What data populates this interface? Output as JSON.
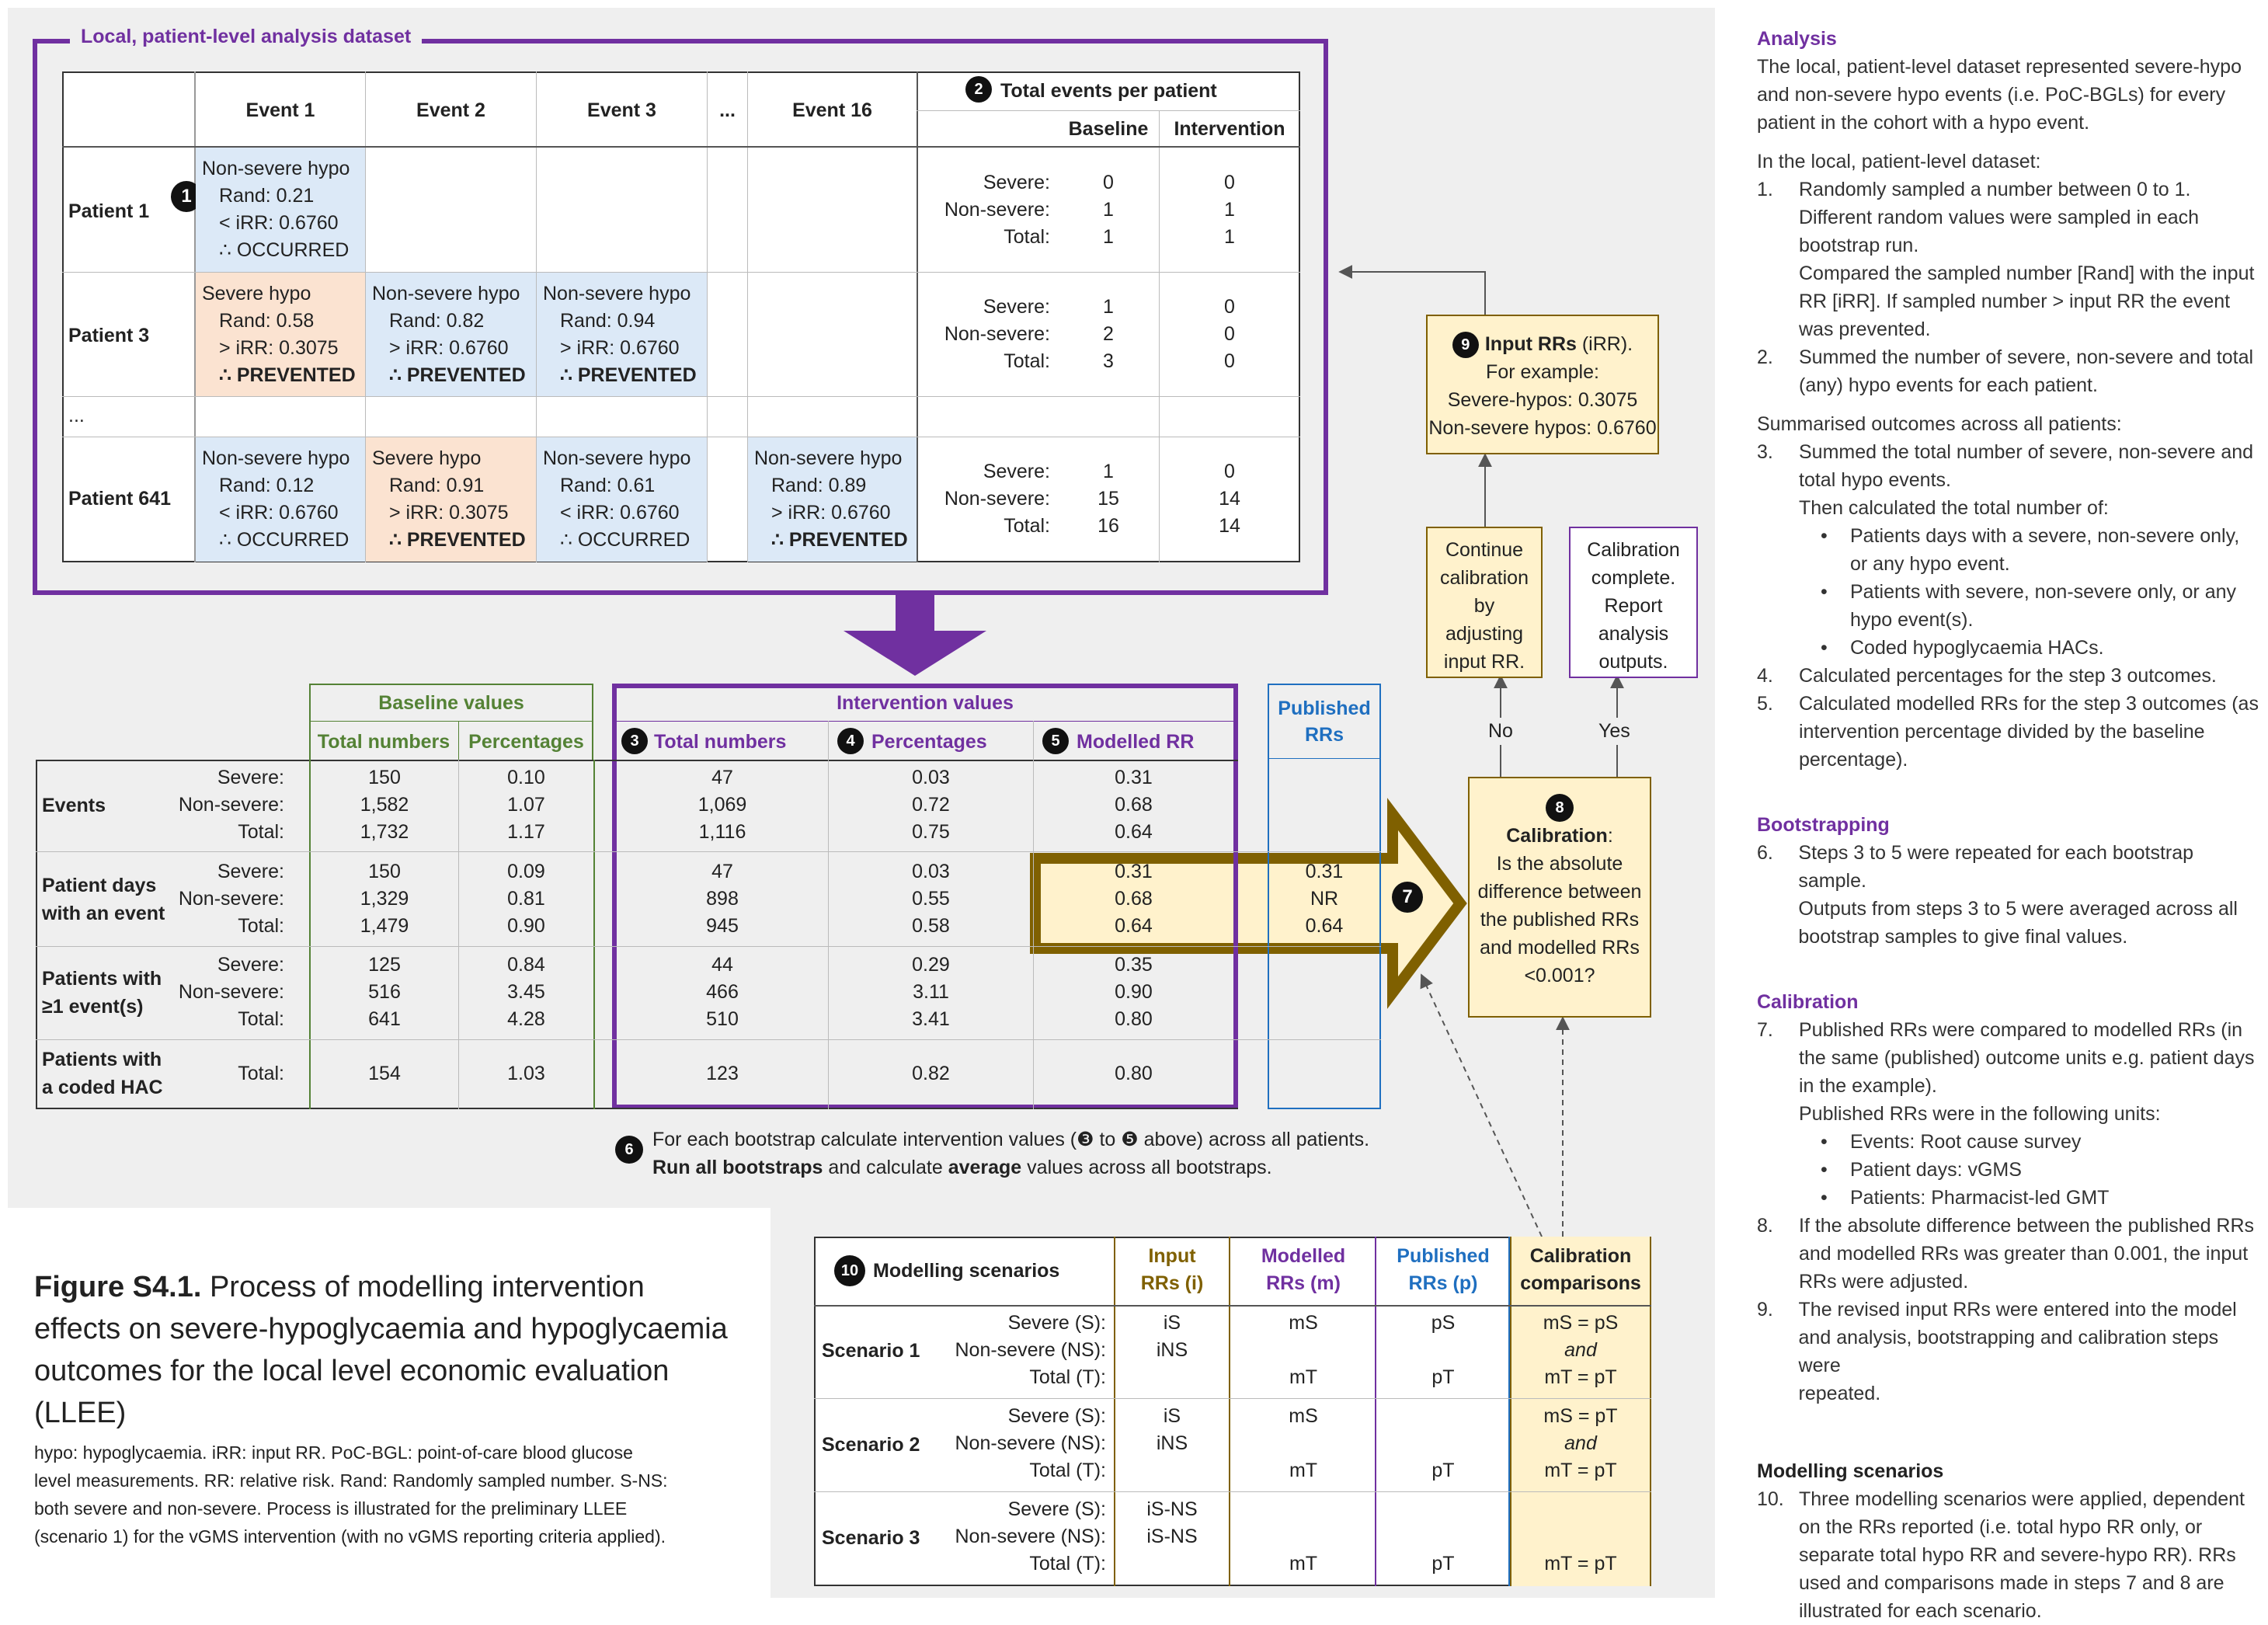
{
  "dataset": {
    "title": "Local, patient-level analysis dataset",
    "events": [
      "Event 1",
      "Event 2",
      "Event 3",
      "...",
      "Event 16"
    ],
    "total_events_header": "Total events per patient",
    "col_baseline": "Baseline",
    "col_intervention": "Intervention",
    "ellipsis_row": "...",
    "patients": [
      {
        "name": "Patient 1",
        "cells": [
          {
            "l1": "Non-severe hypo",
            "l2": "Rand: 0.21",
            "l3": "< iRR: 0.6760",
            "l4": "∴ OCCURRED"
          },
          null,
          null,
          null,
          null
        ],
        "labels": [
          "Severe:",
          "Non-severe:",
          "Total:"
        ],
        "baseline": [
          "0",
          "1",
          "1"
        ],
        "intervention": [
          "0",
          "1",
          "1"
        ]
      },
      {
        "name": "Patient 3",
        "cells": [
          {
            "l1": "Severe hypo",
            "l2": "Rand: 0.58",
            "l3": "> iRR: 0.3075",
            "l4": "∴ PREVENTED"
          },
          {
            "l1": "Non-severe hypo",
            "l2": "Rand: 0.82",
            "l3": "> iRR: 0.6760",
            "l4": "∴ PREVENTED"
          },
          {
            "l1": "Non-severe hypo",
            "l2": "Rand: 0.94",
            "l3": "> iRR: 0.6760",
            "l4": "∴ PREVENTED"
          },
          null,
          null
        ],
        "labels": [
          "Severe:",
          "Non-severe:",
          "Total:"
        ],
        "baseline": [
          "1",
          "2",
          "3"
        ],
        "intervention": [
          "0",
          "0",
          "0"
        ]
      },
      {
        "name": "Patient 641",
        "cells": [
          {
            "l1": "Non-severe hypo",
            "l2": "Rand: 0.12",
            "l3": "< iRR: 0.6760",
            "l4": "∴ OCCURRED"
          },
          {
            "l1": "Severe hypo",
            "l2": "Rand: 0.91",
            "l3": "> iRR: 0.3075",
            "l4": "∴ PREVENTED"
          },
          {
            "l1": "Non-severe hypo",
            "l2": "Rand: 0.61",
            "l3": "< iRR: 0.6760",
            "l4": "∴ OCCURRED"
          },
          null,
          {
            "l1": "Non-severe hypo",
            "l2": "Rand: 0.89",
            "l3": "> iRR: 0.6760",
            "l4": "∴ PREVENTED"
          }
        ],
        "labels": [
          "Severe:",
          "Non-severe:",
          "Total:"
        ],
        "baseline": [
          "1",
          "15",
          "16"
        ],
        "intervention": [
          "0",
          "14",
          "14"
        ]
      }
    ]
  },
  "summary": {
    "baseline_header": "Baseline values",
    "intervention_header": "Intervention values",
    "published_header": "Published RRs",
    "col_total_numbers": "Total numbers",
    "col_percentages": "Percentages",
    "col_total_numbers2": "Total numbers",
    "col_percentages2": "Percentages",
    "col_modelled_rr": "Modelled RR",
    "groups": [
      {
        "label1": "Events",
        "label2": "",
        "sub": [
          "Severe:",
          "Non-severe:",
          "Total:"
        ],
        "bt": [
          "150",
          "1,582",
          "1,732"
        ],
        "bp": [
          "0.10",
          "1.07",
          "1.17"
        ],
        "it": [
          "47",
          "1,069",
          "1,116"
        ],
        "ip": [
          "0.03",
          "0.72",
          "0.75"
        ],
        "rr": [
          "0.31",
          "0.68",
          "0.64"
        ],
        "pub": [
          "",
          "",
          ""
        ]
      },
      {
        "label1": "Patient days",
        "label2": "with an event",
        "sub": [
          "Severe:",
          "Non-severe:",
          "Total:"
        ],
        "bt": [
          "150",
          "1,329",
          "1,479"
        ],
        "bp": [
          "0.09",
          "0.81",
          "0.90"
        ],
        "it": [
          "47",
          "898",
          "945"
        ],
        "ip": [
          "0.03",
          "0.55",
          "0.58"
        ],
        "rr": [
          "0.31",
          "0.68",
          "0.64"
        ],
        "pub": [
          "0.31",
          "NR",
          "0.64"
        ]
      },
      {
        "label1": "Patients with",
        "label2": "≥1 event(s)",
        "sub": [
          "Severe:",
          "Non-severe:",
          "Total:"
        ],
        "bt": [
          "125",
          "516",
          "641"
        ],
        "bp": [
          "0.84",
          "3.45",
          "4.28"
        ],
        "it": [
          "44",
          "466",
          "510"
        ],
        "ip": [
          "0.29",
          "3.11",
          "3.41"
        ],
        "rr": [
          "0.35",
          "0.90",
          "0.80"
        ],
        "pub": [
          "",
          "",
          ""
        ]
      },
      {
        "label1": "Patients with",
        "label2": "a coded HAC",
        "sub": [
          "Total:"
        ],
        "bt": [
          "154"
        ],
        "bp": [
          "1.03"
        ],
        "it": [
          "123"
        ],
        "ip": [
          "0.82"
        ],
        "rr": [
          "0.80"
        ],
        "pub": [
          ""
        ]
      }
    ],
    "step6_line1": "For each bootstrap calculate intervention values (❸ to ❺ above) across all patients.",
    "step6_line2a": "Run all bootstraps",
    "step6_line2b": " and calculate ",
    "step6_line2c": "average",
    "step6_line2d": " values across all bootstraps."
  },
  "flow": {
    "input_rrs_title": "Input RRs",
    "input_rrs_suffix": " (iRR).",
    "input_rrs_l2": "For example:",
    "input_rrs_l3": "Severe-hypos: 0.3075",
    "input_rrs_l4": "Non-severe hypos: 0.6760",
    "continue_lines": [
      "Continue",
      "calibration",
      "by",
      "adjusting",
      "input RR."
    ],
    "complete_lines": [
      "Calibration",
      "complete.",
      "Report",
      "analysis",
      "outputs."
    ],
    "no_label": "No",
    "yes_label": "Yes",
    "calib_title": "Calibration",
    "calib_lines": [
      "Is the absolute",
      "difference between",
      "the published RRs",
      "and modelled RRs",
      "<0.001?"
    ]
  },
  "scenarios": {
    "title": "Modelling scenarios",
    "col_input": [
      "Input",
      "RRs (i)"
    ],
    "col_modelled": [
      "Modelled",
      "RRs (m)"
    ],
    "col_published": [
      "Published",
      "RRs (p)"
    ],
    "col_calib": [
      "Calibration",
      "comparisons"
    ],
    "rows": [
      {
        "name": "Scenario 1",
        "labels": [
          "Severe (S):",
          "Non-severe (NS):",
          "Total (T):"
        ],
        "input": [
          "iS",
          "iNS",
          ""
        ],
        "modelled": [
          "mS",
          "",
          "mT"
        ],
        "published": [
          "pS",
          "",
          "pT"
        ],
        "calib": [
          "mS = pS",
          "and",
          "mT = pT"
        ]
      },
      {
        "name": "Scenario 2",
        "labels": [
          "Severe (S):",
          "Non-severe (NS):",
          "Total (T):"
        ],
        "input": [
          "iS",
          "iNS",
          ""
        ],
        "modelled": [
          "mS",
          "",
          "mT"
        ],
        "published": [
          "",
          "",
          "pT"
        ],
        "calib": [
          "mS = pT",
          "and",
          "mT = pT"
        ]
      },
      {
        "name": "Scenario 3",
        "labels": [
          "Severe (S):",
          "Non-severe (NS):",
          "Total (T):"
        ],
        "input": [
          "iS-NS",
          "iS-NS",
          ""
        ],
        "modelled": [
          "",
          "",
          "mT"
        ],
        "published": [
          "",
          "",
          "pT"
        ],
        "calib": [
          "",
          "",
          "mT = pT"
        ]
      }
    ]
  },
  "figure": {
    "label": "Figure S4.1.",
    "title_rest": " Process of modelling intervention",
    "title_lines": [
      "effects on severe-hypoglycaemia and hypoglycaemia",
      "outcomes for the local level economic evaluation",
      "(LLEE)"
    ],
    "caption_lines": [
      "hypo: hypoglycaemia. iRR: input RR. PoC-BGL: point-of-care blood glucose",
      "level measurements. RR: relative risk. Rand: Randomly sampled number. S-NS:",
      "both severe and non-severe. Process is illustrated for the preliminary LLEE",
      "(scenario 1) for the vGMS intervention (with no vGMS reporting criteria applied)."
    ]
  },
  "notes": {
    "analysis_h": "Analysis",
    "analysis_intro": [
      "The local, patient-level dataset represented severe-hypo",
      "and non-severe hypo events (i.e. PoC-BGLs) for every",
      "patient in the cohort with a hypo event."
    ],
    "in_local": "In the local, patient-level dataset:",
    "n1": "1.",
    "s1": [
      "Randomly sampled a number between 0 to 1.",
      "Different random values were sampled in each",
      "bootstrap run.",
      "Compared the sampled number [Rand] with the input",
      "RR [iRR]. If sampled number > input RR the event",
      "was prevented."
    ],
    "n2": "2.",
    "s2": [
      "Summed the number of severe, non-severe and total",
      "(any) hypo events for each patient."
    ],
    "summarised": "Summarised outcomes across all patients:",
    "n3": "3.",
    "s3": [
      "Summed the total number of severe, non-severe and",
      "total hypo events.",
      "Then calculated the total number of:"
    ],
    "s3_bullets": [
      [
        "Patients days with a severe, non-severe only,",
        "or any hypo event."
      ],
      [
        "Patients with severe, non-severe only, or any",
        "hypo event(s)."
      ],
      [
        "Coded hypoglycaemia HACs."
      ]
    ],
    "n4": "4.",
    "s4": [
      "Calculated percentages for the step 3 outcomes."
    ],
    "n5": "5.",
    "s5": [
      "Calculated modelled RRs for the step 3 outcomes (as",
      "intervention percentage divided by the baseline",
      "percentage)."
    ],
    "boot_h": "Bootstrapping",
    "n6": "6.",
    "s6": [
      "Steps 3 to 5 were repeated for each bootstrap sample.",
      "Outputs from steps 3 to 5 were averaged across all",
      "bootstrap samples to give final values."
    ],
    "calib_h": "Calibration",
    "n7": "7.",
    "s7": [
      "Published RRs were compared to modelled RRs (in",
      "the same (published) outcome units e.g. patient days",
      "in the example).",
      "Published RRs were in the following units:"
    ],
    "s7_bullets": [
      "Events: Root cause survey",
      "Patient days: vGMS",
      "Patients: Pharmacist-led GMT"
    ],
    "n8": "8.",
    "s8": [
      "If the absolute difference between the published RRs",
      "and modelled RRs was greater than 0.001, the input",
      "RRs were adjusted."
    ],
    "n9": "9.",
    "s9": [
      "The revised input RRs were entered into the model",
      "and analysis, bootstrapping and calibration steps were",
      "repeated."
    ],
    "ms_h": "Modelling scenarios",
    "n10": "10.",
    "s10": [
      "Three modelling scenarios were applied, dependent",
      "on the RRs reported (i.e. total hypo RR only, or",
      "separate total hypo RR and severe-hypo RR). RRs",
      "used and comparisons made in steps 7 and 8 are",
      "illustrated for each scenario."
    ]
  },
  "markers": {
    "m1": "1",
    "m2": "2",
    "m3": "3",
    "m4": "4",
    "m5": "5",
    "m6": "6",
    "m7": "7",
    "m8": "8",
    "m9": "9",
    "m10": "10"
  },
  "colors": {
    "purple": "#7030a0",
    "gold": "#7f6000",
    "gold_fill": "#fff2cc",
    "green": "#548235",
    "blue": "#1f6fc0",
    "blue_fill": "#dce9f7",
    "peach_fill": "#fbe3d1"
  }
}
